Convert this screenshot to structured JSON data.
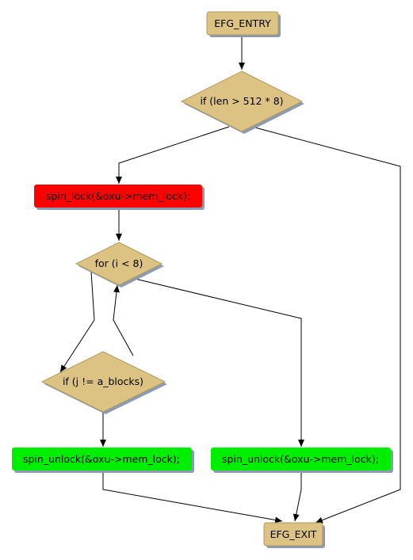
{
  "colors": {
    "terminal_fill": "#dcc383",
    "decision_fill": "#dcc383",
    "lock_fill": "#ff0000",
    "unlock_fill": "#00ee00",
    "shadow": "#8c9ab4",
    "edge": "#000000"
  },
  "nodes": {
    "entry": "EFG_ENTRY",
    "cond_len": "if (len > 512 * 8)",
    "spin_lock": "spin_lock(&oxu->mem_lock);",
    "loop_for": "for (i < 8)",
    "cond_j": "if (j != a_blocks)",
    "unlock_left": "spin_unlock(&oxu->mem_lock);",
    "unlock_right": "spin_unlock(&oxu->mem_lock);",
    "exit": "EFG_EXIT"
  }
}
